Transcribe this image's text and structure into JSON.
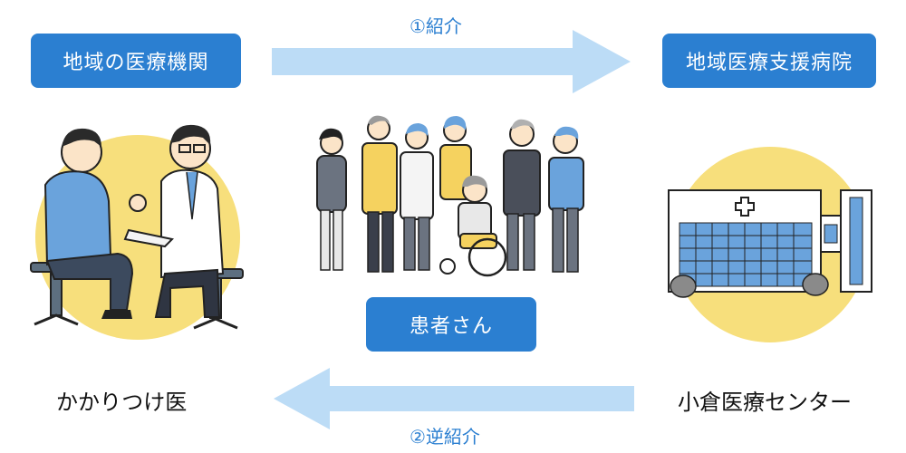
{
  "left_box": {
    "label": "地域の医療機関"
  },
  "right_box": {
    "label": "地域医療支援病院"
  },
  "center_box": {
    "label": "患者さん"
  },
  "top_arrow": {
    "label": "①紹介"
  },
  "bottom_arrow": {
    "label": "②逆紹介"
  },
  "left_caption": "かかりつけ医",
  "right_caption": "小倉医療センター",
  "colors": {
    "accent": "#2b7fd1",
    "arrow": "#bcdcf6",
    "circle": "#f7df7c"
  }
}
